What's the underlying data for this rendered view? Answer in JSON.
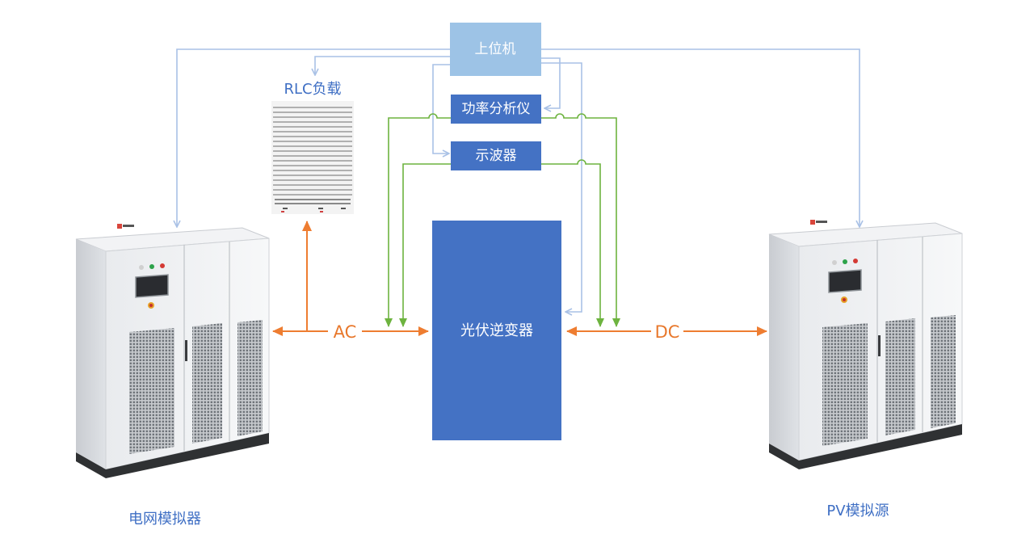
{
  "nodes": {
    "host_pc": "上位机",
    "power_analyzer": "功率分析仪",
    "oscilloscope": "示波器",
    "inverter": "光伏逆变器",
    "rlc_load": "RLC负载",
    "grid_simulator": "电网模拟器",
    "pv_simulator": "PV模拟源"
  },
  "links": {
    "ac": "AC",
    "dc": "DC"
  },
  "colors": {
    "control_line": "#a9c1e6",
    "measure_line": "#6db33f",
    "power_line": "#ee7d31",
    "box_light": "#9dc3e6",
    "box_dark": "#4472c4",
    "label_text": "#3f6fc4"
  }
}
